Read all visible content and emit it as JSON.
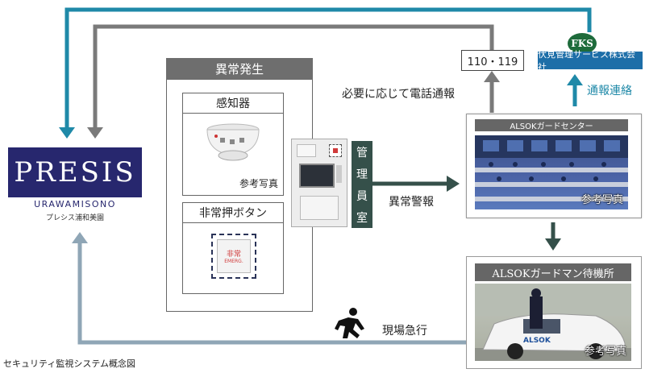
{
  "colors": {
    "blue_line": "#1f89a8",
    "gray_line": "#7a7a7a",
    "slate_line": "#8fa6b6",
    "dark_green": "#35504a",
    "presis_navy": "#27276e"
  },
  "presis": {
    "logo_word": "PRESIS",
    "sub_en": "URAWAMISONO",
    "sub_jp": "プレシス浦和美園"
  },
  "abnormal": {
    "title": "異常発生",
    "sensor": {
      "title": "感知器",
      "ref": "参考写真"
    },
    "button": {
      "title": "非常押ボタン",
      "face_line1": "非常",
      "face_line2": "EMERG."
    }
  },
  "management": {
    "label_chars": [
      "管",
      "理",
      "員",
      "室"
    ]
  },
  "labels": {
    "alarm": "異常警報",
    "phone_report": "必要に応じて電話通報",
    "contact": "通報連絡",
    "rush": "現場急行"
  },
  "emergency_numbers": "110・119",
  "fks": {
    "badge": "FKS",
    "name": "伏見管理サービス株式会社"
  },
  "alsok_center": {
    "title": "ALSOKガードセンター",
    "ref": "参考写真"
  },
  "alsok_guard": {
    "title": "ALSOKガードマン待機所",
    "ref": "参考写真",
    "car_text": "ALSOK"
  },
  "caption": "セキュリティ監視システム概念図"
}
